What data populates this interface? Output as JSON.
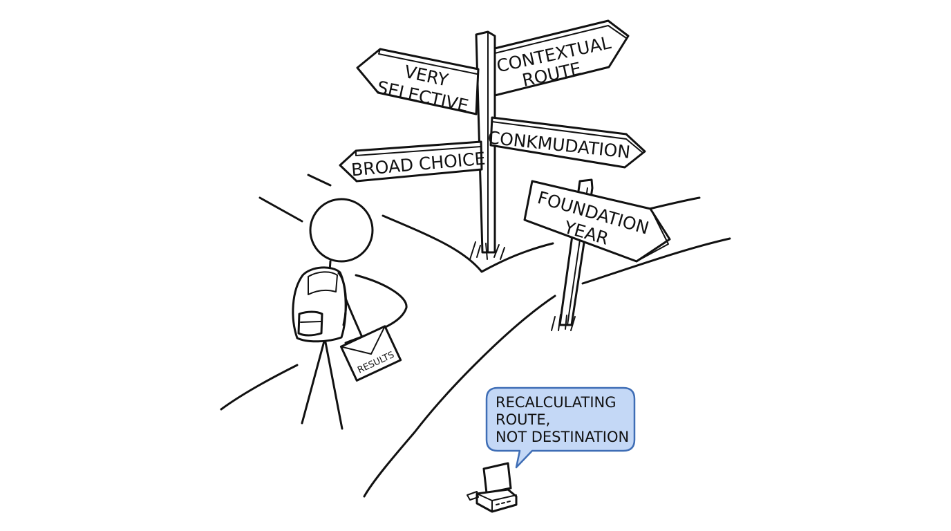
{
  "signs": {
    "very_selective": [
      "VERY",
      "SELECTIVE"
    ],
    "contextual_route": [
      "CONTEXTUAL",
      "ROUTE"
    ],
    "conkmudation": "CONKMUDATION",
    "broad_choice": "BROAD CHOICE",
    "foundation_year": [
      "FOUNDATION",
      "YEAR"
    ]
  },
  "envelope_label": "RESULTS",
  "speech_bubble": {
    "lines": [
      "RECALCULATING",
      "ROUTE,",
      "NOT DESTINATION"
    ],
    "fill_color": "#c4d8f6",
    "stroke_color": "#3e6db5"
  }
}
